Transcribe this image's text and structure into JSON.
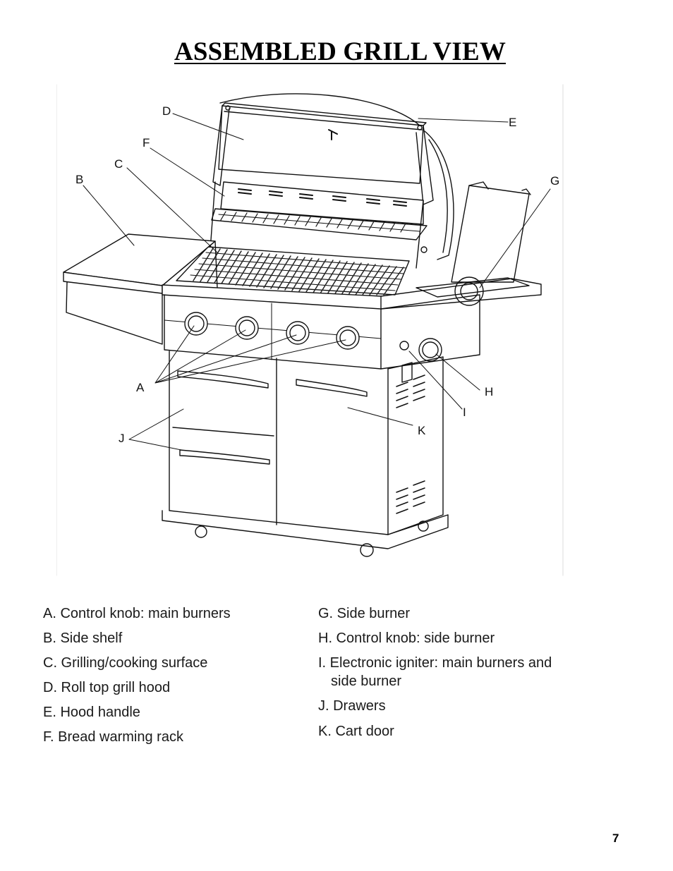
{
  "title": "ASSEMBLED GRILL VIEW",
  "callouts": {
    "a": "A",
    "b": "B",
    "c": "C",
    "d": "D",
    "e": "E",
    "f": "F",
    "g": "G",
    "h": "H",
    "i": "I",
    "j": "J",
    "k": "K"
  },
  "legend_left": [
    "A. Control knob: main burners",
    "B. Side shelf",
    "C. Grilling/cooking surface",
    "D. Roll top grill hood",
    "E. Hood handle",
    "F. Bread warming rack"
  ],
  "legend_right": [
    "G. Side burner",
    "H. Control knob: side burner",
    "I. Electronic igniter: main burners and",
    "side burner",
    "J. Drawers",
    "K. Cart door"
  ],
  "page_number": "7"
}
